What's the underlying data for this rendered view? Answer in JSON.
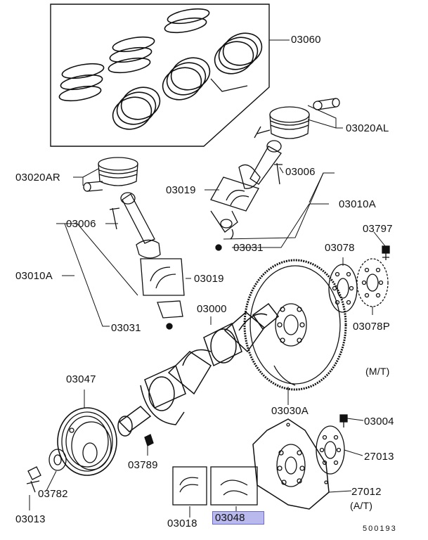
{
  "parts": {
    "p03060": "03060",
    "p03020AL": "03020AL",
    "p03020AR": "03020AR",
    "p03006_right": "03006",
    "p03019_right": "03019",
    "p03010A_right": "03010A",
    "p03006_left": "03006",
    "p03031_right": "03031",
    "p03797": "03797",
    "p03078": "03078",
    "p03010A_left": "03010A",
    "p03019_left": "03019",
    "p03000": "03000",
    "p03078P": "03078P",
    "p03031_left": "03031",
    "p03047": "03047",
    "p03030A": "03030A",
    "p03004": "03004",
    "p27013": "27013",
    "p03789": "03789",
    "p03782": "03782",
    "p27012": "27012",
    "p03013": "03013",
    "p03018": "03018",
    "p03048": "03048"
  },
  "notes": {
    "mt": "(M/T)",
    "at": "(A/T)"
  },
  "diagram_code": "500193",
  "highlight_color": "#b9b9ee"
}
